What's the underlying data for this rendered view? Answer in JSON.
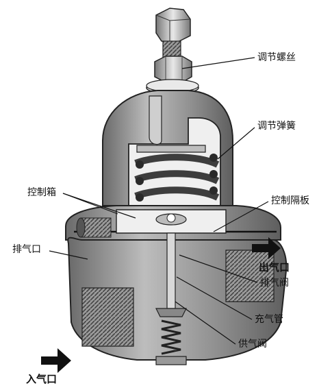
{
  "labels": {
    "adjust_screw": "调节螺丝",
    "adjust_spring": "调节弹簧",
    "control_diaphragm": "控制隔板",
    "control_box": "控制箱",
    "exhaust_port": "排气口",
    "outlet": "出气口",
    "exhaust_valve": "排气阀",
    "fill_tube": "充气管",
    "supply_valve": "供气阀",
    "inlet": "入气口"
  },
  "colors": {
    "body": "#8c8c8c",
    "body_dark": "#5a5a5a",
    "body_light": "#c8c8c8",
    "cut": "#efefef",
    "ink": "#111111",
    "arrow": "#111111"
  }
}
